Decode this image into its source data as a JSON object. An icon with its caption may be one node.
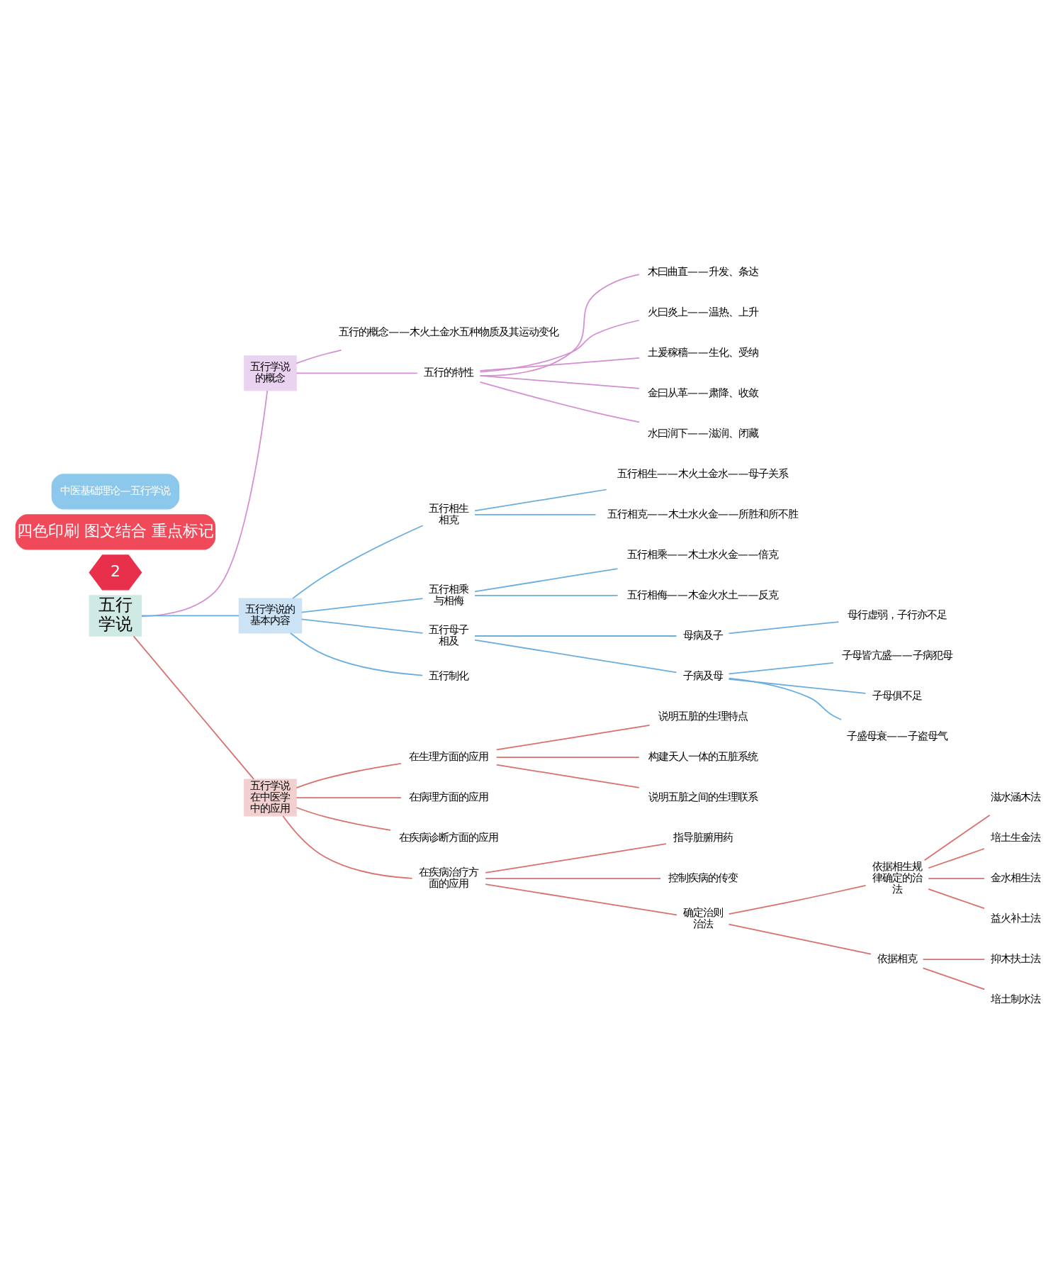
{
  "diagram": {
    "nodes": [
      {
        "text": [
          "五行学说"
        ]
      },
      {
        "text": [
          "五行学说的概念"
        ]
      },
      {
        "text": [
          "五行的概念——木火土金水五种物质及其运动变化"
        ]
      },
      {
        "text": [
          "五行的特性"
        ]
      },
      {
        "text": [
          "木曰曲直——升发、条达"
        ]
      },
      {
        "text": [
          "火曰炎上——温热、上升"
        ]
      },
      {
        "text": [
          "土爰稼穑——生化、受纳"
        ]
      },
      {
        "text": [
          "金曰从革——肃降、收敛"
        ]
      },
      {
        "text": [
          "水曰润下——滋润、闭藏"
        ]
      },
      {
        "text": [
          "五行学说的基本内容"
        ]
      },
      {
        "text": [
          "五行相生相克"
        ]
      },
      {
        "text": [
          "五行相生——木火土金水——母子关系"
        ]
      },
      {
        "text": [
          "五行相克——木土水火金——所胜和所不胜"
        ]
      },
      {
        "text": [
          "五行相乘与相侮"
        ]
      },
      {
        "text": [
          "五行相乘——木土水火金——倍克"
        ]
      },
      {
        "text": [
          "五行相侮——木金火水土——反克"
        ]
      },
      {
        "text": [
          "五行母子相及"
        ]
      },
      {
        "text": [
          "母病及子"
        ]
      },
      {
        "text": [
          "母行虚弱，子行亦不足"
        ]
      },
      {
        "text": [
          "子病及母"
        ]
      },
      {
        "text": [
          "子母皆亢盛——子病犯母"
        ]
      },
      {
        "text": [
          "子母俱不足"
        ]
      },
      {
        "text": [
          "子盛母衰——子盗母气"
        ]
      },
      {
        "text": [
          "五行制化"
        ]
      },
      {
        "text": [
          "五行学说在中医学中的应用"
        ]
      },
      {
        "text": [
          "在生理方面的应用"
        ]
      },
      {
        "text": [
          "说明五脏的生理特点"
        ]
      },
      {
        "text": [
          "构建天人一体的五脏系统"
        ]
      },
      {
        "text": [
          "说明五脏之间的生理联系"
        ]
      },
      {
        "text": [
          "在病理方面的应用"
        ]
      },
      {
        "text": [
          "在疾病诊断方面的应用"
        ]
      },
      {
        "text": [
          "在疾病治疗方面的应用"
        ]
      },
      {
        "text": [
          "指导脏腑用药"
        ]
      },
      {
        "text": [
          "控制疾病的传变"
        ]
      },
      {
        "text": [
          "确定治则治法"
        ]
      },
      {
        "text": [
          "依据相生规律确定的治法"
        ]
      },
      {
        "text": [
          "滋水涵木法"
        ]
      },
      {
        "text": [
          "培土生金法"
        ]
      },
      {
        "text": [
          "金水相生法"
        ]
      },
      {
        "text": [
          "益火补土法"
        ]
      },
      {
        "text": [
          "依据相克"
        ]
      },
      {
        "text": [
          "抑木扶土法"
        ]
      },
      {
        "text": [
          "培土制水法"
        ]
      }
    ],
    "edges": [
      {
        "from": 0,
        "to": 1,
        "arrow": "none",
        "color": "#d48fd2"
      },
      {
        "from": 1,
        "to": 2,
        "arrow": "none",
        "color": "#d48fd2"
      },
      {
        "from": 1,
        "to": 3,
        "arrow": "none",
        "color": "#d48fd2"
      },
      {
        "from": 3,
        "to": 4,
        "arrow": "none",
        "color": "#d48fd2"
      },
      {
        "from": 3,
        "to": 5,
        "arrow": "none",
        "color": "#d48fd2"
      },
      {
        "from": 3,
        "to": 6,
        "arrow": "none",
        "color": "#d48fd2"
      },
      {
        "from": 3,
        "to": 7,
        "arrow": "none",
        "color": "#d48fd2"
      },
      {
        "from": 3,
        "to": 8,
        "arrow": "none",
        "color": "#d48fd2"
      },
      {
        "from": 0,
        "to": 9,
        "arrow": "none",
        "color": "#6aaee0"
      },
      {
        "from": 9,
        "to": 10,
        "arrow": "none",
        "color": "#6aaee0"
      },
      {
        "from": 10,
        "to": 11,
        "arrow": "none",
        "color": "#6aaee0"
      },
      {
        "from": 10,
        "to": 12,
        "arrow": "none",
        "color": "#6aaee0"
      },
      {
        "from": 9,
        "to": 13,
        "arrow": "none",
        "color": "#6aaee0"
      },
      {
        "from": 13,
        "to": 14,
        "arrow": "none",
        "color": "#6aaee0"
      },
      {
        "from": 13,
        "to": 15,
        "arrow": "none",
        "color": "#6aaee0"
      },
      {
        "from": 9,
        "to": 16,
        "arrow": "none",
        "color": "#6aaee0"
      },
      {
        "from": 16,
        "to": 17,
        "arrow": "none",
        "color": "#6aaee0"
      },
      {
        "from": 17,
        "to": 18,
        "arrow": "none",
        "color": "#6aaee0"
      },
      {
        "from": 16,
        "to": 19,
        "arrow": "none",
        "color": "#6aaee0"
      },
      {
        "from": 19,
        "to": 20,
        "arrow": "none",
        "color": "#6aaee0"
      },
      {
        "from": 19,
        "to": 21,
        "arrow": "none",
        "color": "#6aaee0"
      },
      {
        "from": 19,
        "to": 22,
        "arrow": "none",
        "color": "#6aaee0"
      },
      {
        "from": 9,
        "to": 23,
        "arrow": "none",
        "color": "#6aaee0"
      },
      {
        "from": 0,
        "to": 24,
        "arrow": "none",
        "color": "#d9706e"
      },
      {
        "from": 24,
        "to": 25,
        "arrow": "none",
        "color": "#d9706e"
      },
      {
        "from": 25,
        "to": 26,
        "arrow": "none",
        "color": "#d9706e"
      },
      {
        "from": 25,
        "to": 27,
        "arrow": "none",
        "color": "#d9706e"
      },
      {
        "from": 25,
        "to": 28,
        "arrow": "none",
        "color": "#d9706e"
      },
      {
        "from": 24,
        "to": 29,
        "arrow": "none",
        "color": "#d9706e"
      },
      {
        "from": 24,
        "to": 30,
        "arrow": "none",
        "color": "#d9706e"
      },
      {
        "from": 24,
        "to": 31,
        "arrow": "none",
        "color": "#d9706e"
      },
      {
        "from": 31,
        "to": 32,
        "arrow": "none",
        "color": "#d9706e"
      },
      {
        "from": 31,
        "to": 33,
        "arrow": "none",
        "color": "#d9706e"
      },
      {
        "from": 31,
        "to": 34,
        "arrow": "none",
        "color": "#d9706e"
      },
      {
        "from": 34,
        "to": 35,
        "arrow": "none",
        "color": "#d9706e"
      },
      {
        "from": 35,
        "to": 36,
        "arrow": "none",
        "color": "#d9706e"
      },
      {
        "from": 35,
        "to": 37,
        "arrow": "none",
        "color": "#d9706e"
      },
      {
        "from": 35,
        "to": 38,
        "arrow": "none",
        "color": "#d9706e"
      },
      {
        "from": 35,
        "to": 39,
        "arrow": "none",
        "color": "#d9706e"
      },
      {
        "from": 34,
        "to": 40,
        "arrow": "none",
        "color": "#d9706e"
      },
      {
        "from": 40,
        "to": 41,
        "arrow": "none",
        "color": "#d9706e"
      },
      {
        "from": 40,
        "to": 42,
        "arrow": "none",
        "color": "#d9706e"
      }
    ],
    "labels": [
      "2",
      "四色印刷 图文结合 重点标记",
      "中医基础理论—五行学说"
    ]
  }
}
